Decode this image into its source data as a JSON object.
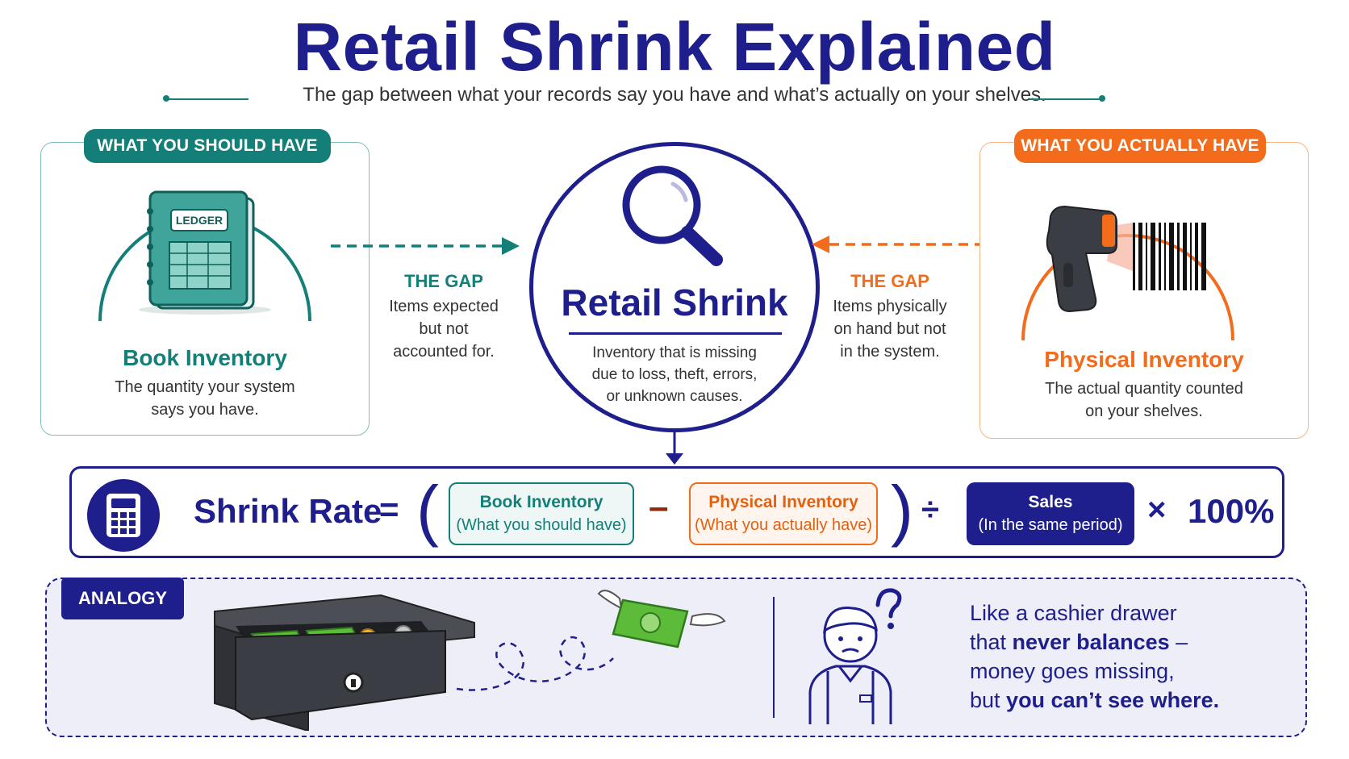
{
  "title": "Retail Shrink Explained",
  "subtitle": "The gap between what your records say you have and what’s actually on your shelves.",
  "left_panel": {
    "badge": "WHAT YOU SHOULD HAVE",
    "ledger_label": "LEDGER",
    "title": "Book Inventory",
    "desc_line1": "The quantity your system",
    "desc_line2": "says you have."
  },
  "right_panel": {
    "badge": "WHAT YOU ACTUALLY HAVE",
    "title": "Physical Inventory",
    "desc_line1": "The actual quantity counted",
    "desc_line2": "on your shelves."
  },
  "gap_left": {
    "title": "THE GAP",
    "line1": "Items expected",
    "line2": "but not",
    "line3": "accounted for."
  },
  "gap_right": {
    "title": "THE GAP",
    "line1": "Items physically",
    "line2": "on hand but not",
    "line3": "in the system."
  },
  "center": {
    "title": "Retail Shrink",
    "line1": "Inventory that is missing",
    "line2": "due to loss, theft, errors,",
    "line3": "or unknown causes."
  },
  "formula": {
    "label": "Shrink Rate",
    "equals": "=",
    "open_paren": "(",
    "close_paren": ")",
    "minus": "–",
    "divide": "÷",
    "times": "×",
    "percent": "100%",
    "book": {
      "main": "Book Inventory",
      "sub": "(What you should have)"
    },
    "physical": {
      "main": "Physical Inventory",
      "sub": "(What you actually have)"
    },
    "sales": {
      "main": "Sales",
      "sub": "(In the same period)"
    }
  },
  "analogy": {
    "tag": "ANALOGY",
    "line1": "Like a cashier drawer",
    "line2_pre": "that ",
    "line2_bold": "never balances",
    "line2_post": " –",
    "line3": "money goes missing,",
    "line4_pre": "but ",
    "line4_bold": "you can’t see where."
  },
  "colors": {
    "navy": "#1e1e8c",
    "teal": "#147f78",
    "orange": "#f26c1b",
    "lavender_bg": "#eeeef8"
  }
}
